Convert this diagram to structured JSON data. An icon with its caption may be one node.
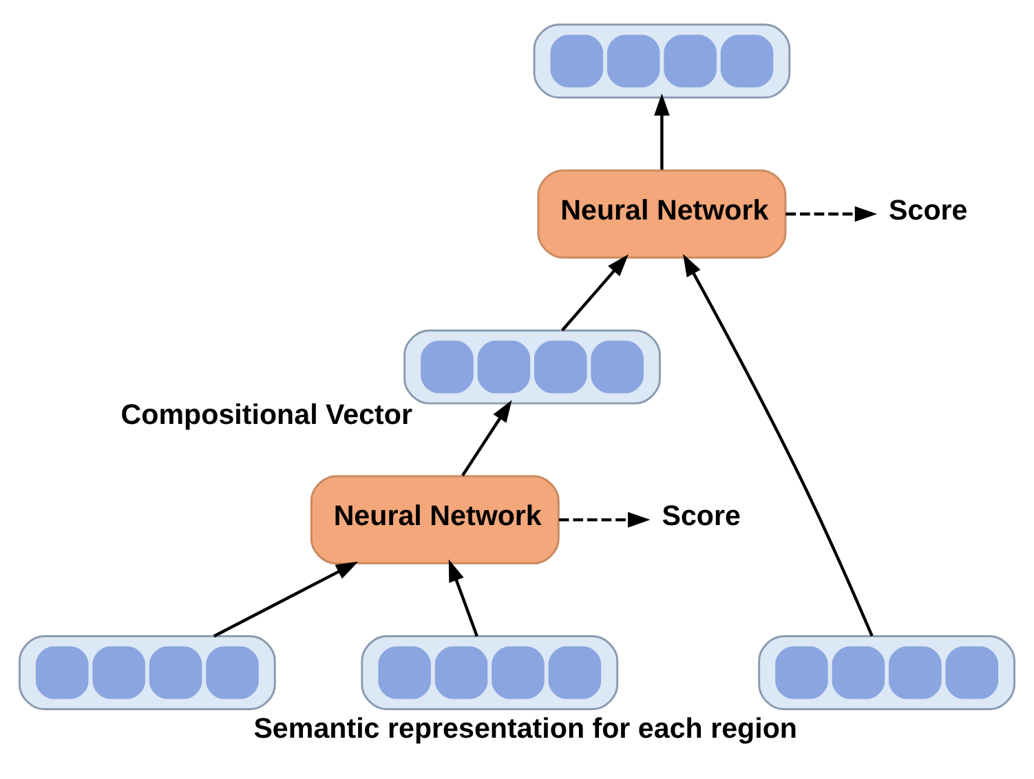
{
  "diagram": {
    "caption": "Semantic representation for each region",
    "nodes": [
      {
        "text": [],
        "shape": "bar"
      },
      {
        "text": [
          "Neural Network"
        ]
      },
      {
        "text": [
          "Score"
        ]
      },
      {
        "text": [],
        "shape": "bar",
        "beside": [
          "Compositional Vector"
        ]
      },
      {
        "text": [
          "Neural Network"
        ]
      },
      {
        "text": [
          "Score"
        ]
      },
      {
        "text": [],
        "shape": "bar"
      },
      {
        "text": [],
        "shape": "bar"
      },
      {
        "text": [],
        "shape": "bar"
      }
    ],
    "edges": [
      {
        "from": 1,
        "to": 0,
        "arrow": "to"
      },
      {
        "from": 1,
        "to": 2,
        "arrow": "to",
        "style": "dashed"
      },
      {
        "from": 3,
        "to": 1,
        "arrow": "to"
      },
      {
        "from": 8,
        "to": 1,
        "arrow": "to"
      },
      {
        "from": 4,
        "to": 3,
        "arrow": "to"
      },
      {
        "from": 4,
        "to": 5,
        "arrow": "to",
        "style": "dashed"
      },
      {
        "from": 6,
        "to": 4,
        "arrow": "to"
      },
      {
        "from": 7,
        "to": 4,
        "arrow": "to"
      }
    ]
  }
}
